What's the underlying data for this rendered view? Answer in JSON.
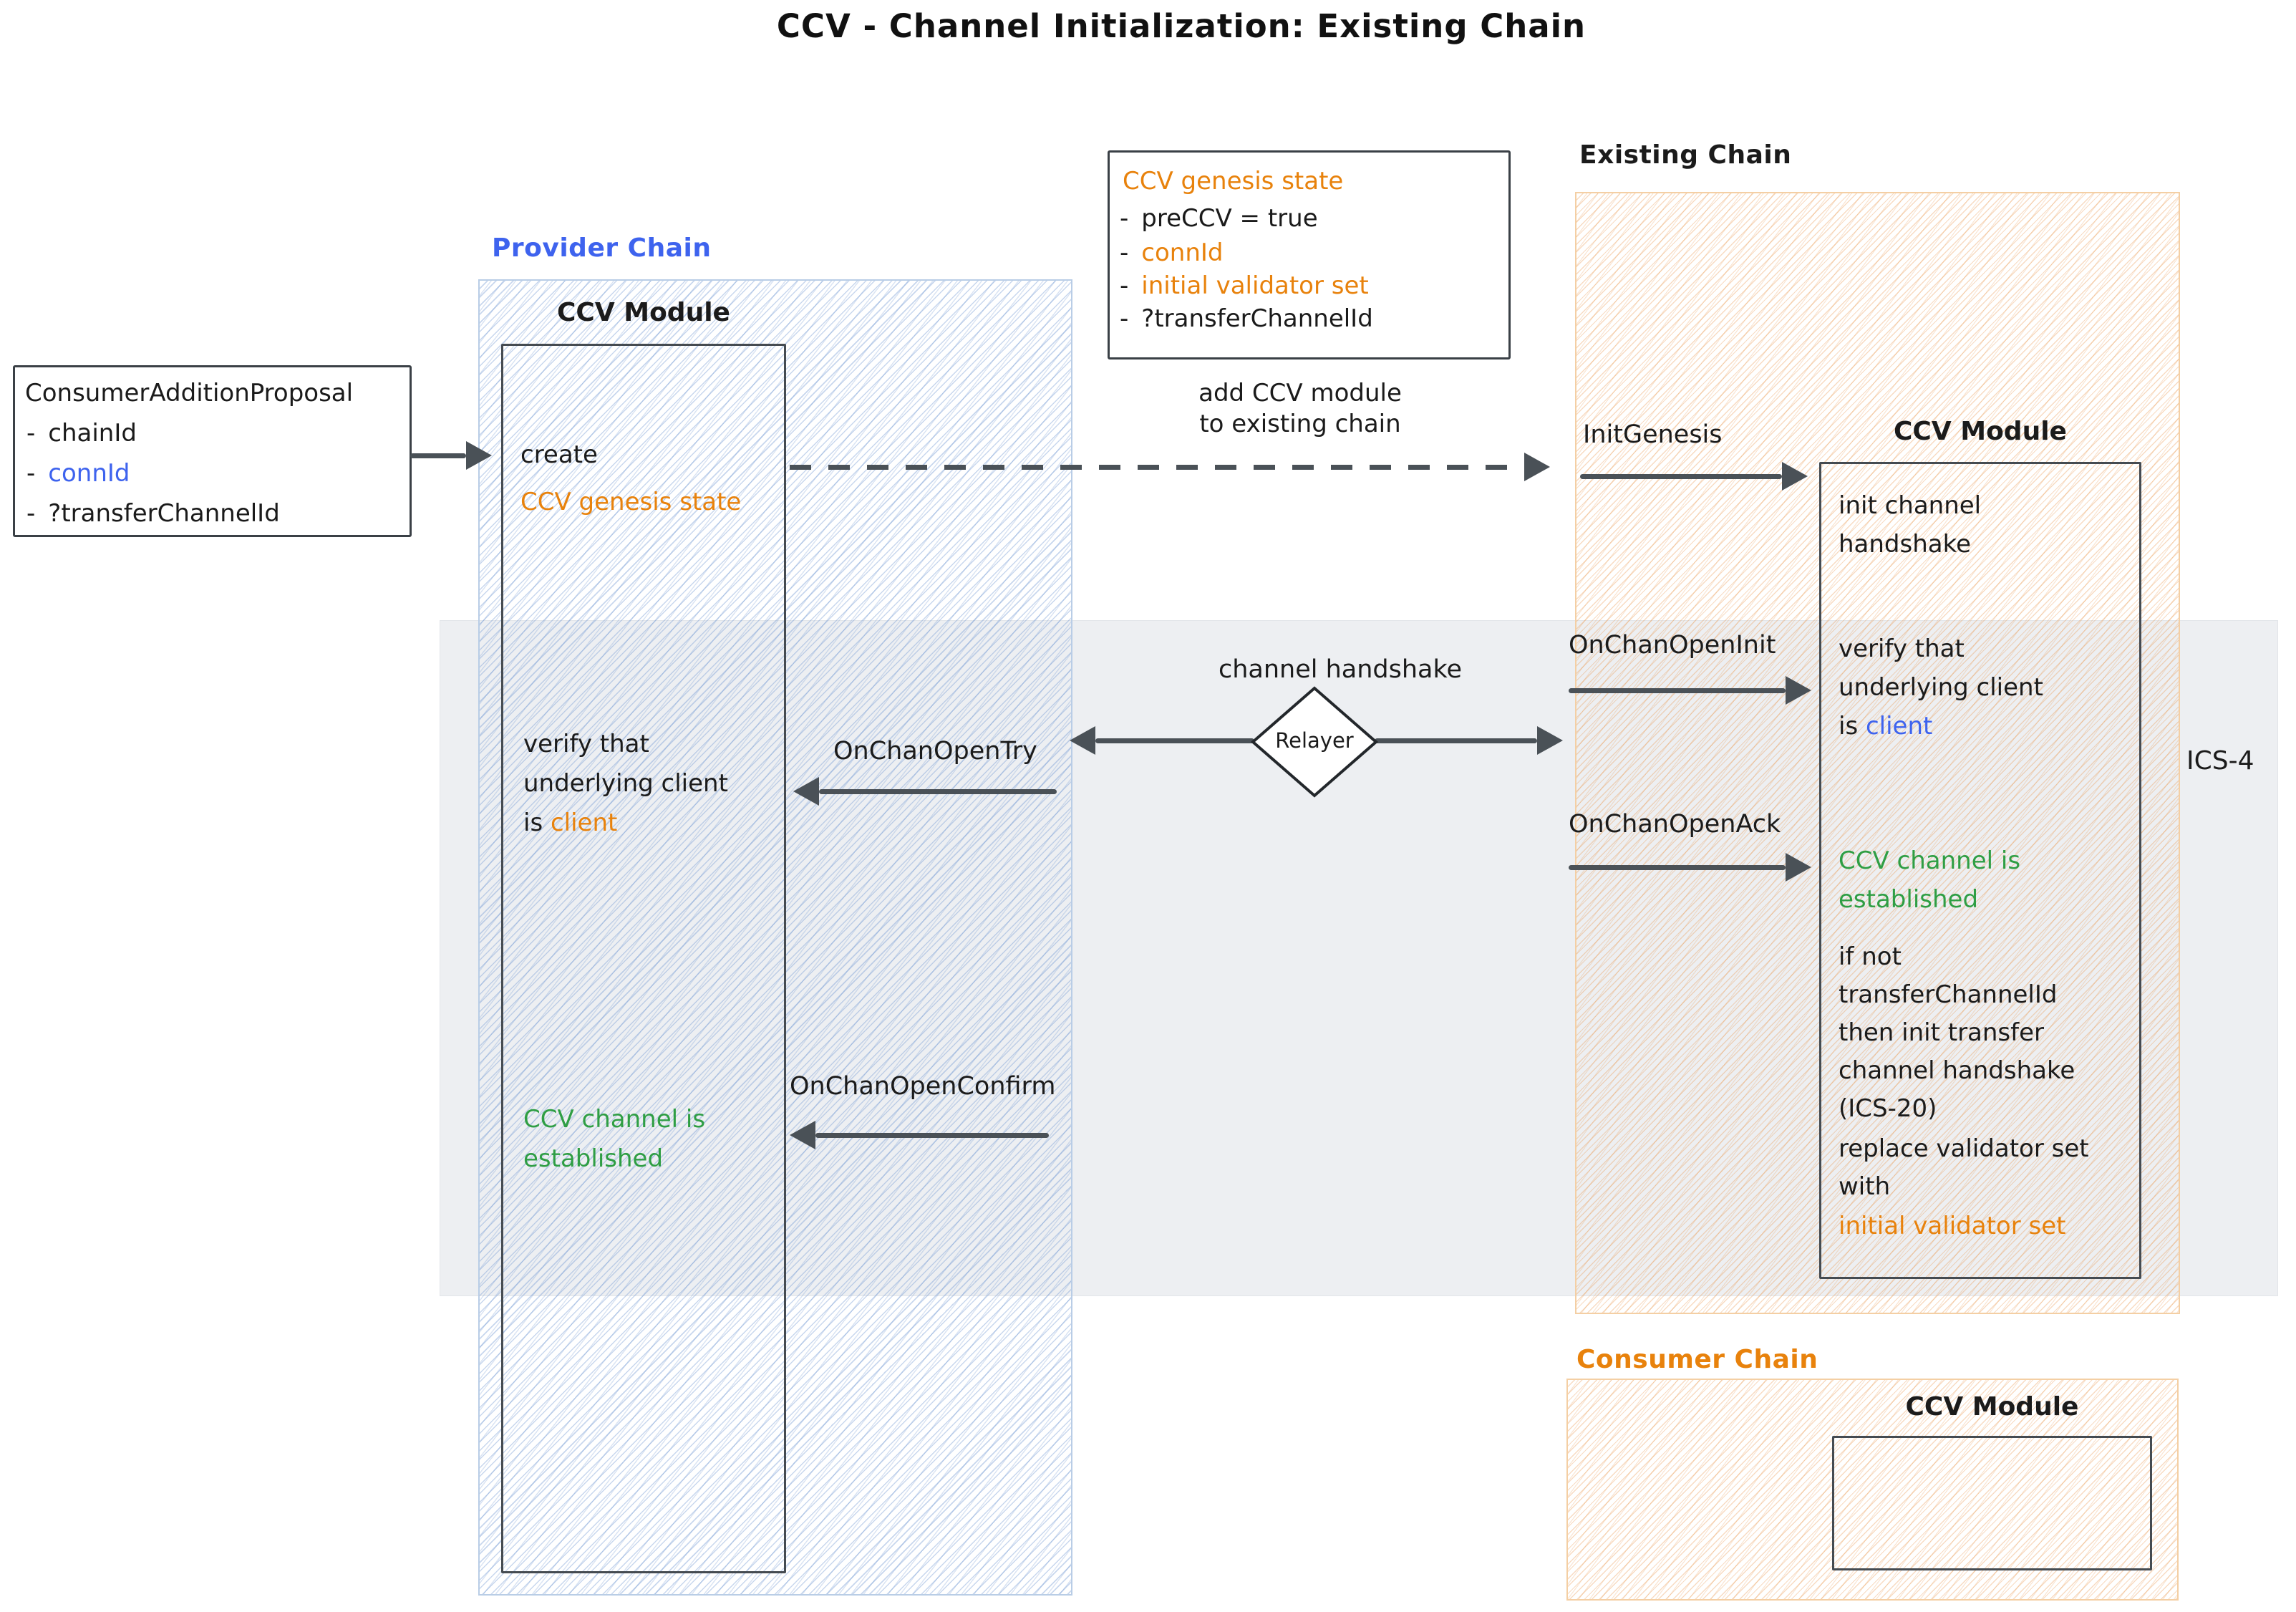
{
  "title": "CCV - Channel Initialization: Existing Chain",
  "colors": {
    "blue": "#3e63ee",
    "orange": "#e8820c",
    "green": "#2f9e44",
    "ink": "#1b1b1b",
    "arrow_stroke": "#4a5157",
    "provider_hatch": "#b9cde6",
    "existing_hatch": "#f4cfa4",
    "ics_band": "#edeff2"
  },
  "proposal": {
    "title": "ConsumerAdditionProposal",
    "bullet": "-",
    "items": [
      {
        "text": "chainId",
        "color": "ink"
      },
      {
        "text": "connId",
        "color": "blue"
      },
      {
        "text": "?transferChannelId",
        "color": "ink"
      }
    ]
  },
  "genesis": {
    "title": "CCV genesis state",
    "bullet": "-",
    "items": [
      {
        "text": "preCCV = true",
        "color": "ink"
      },
      {
        "text": "connId",
        "color": "orange"
      },
      {
        "text": "initial validator set",
        "color": "orange"
      },
      {
        "text": "?transferChannelId",
        "color": "ink"
      }
    ]
  },
  "provider": {
    "label": "Provider Chain",
    "module_title": "CCV Module",
    "create_line1": "create",
    "create_line2": "CCV genesis state",
    "verify_line1": "verify that",
    "verify_line2": "underlying client",
    "verify_line3_prefix": "is ",
    "verify_line3_client": "client",
    "established_line1": "CCV channel is",
    "established_line2": "established"
  },
  "existing": {
    "label": "Existing Chain",
    "module_title": "CCV Module",
    "init_line1": "init channel",
    "init_line2": "handshake",
    "verify_line1": "verify that",
    "verify_line2": "underlying client",
    "verify_line3_prefix": "is ",
    "verify_line3_client": "client",
    "established_line1": "CCV channel is",
    "established_line2": "established",
    "ifnot_lines": [
      "if not",
      "transferChannelId",
      "then init transfer",
      "channel handshake",
      "(ICS-20)"
    ],
    "replace_line1": "replace validator set",
    "replace_line2": "with",
    "replace_line3": "initial validator set"
  },
  "consumer": {
    "label": "Consumer Chain",
    "module_title": "CCV Module"
  },
  "relayer": {
    "label": "Relayer",
    "caption": "channel handshake"
  },
  "messages": {
    "add_ccv_line1": "add CCV module",
    "add_ccv_line2": "to existing chain",
    "init_genesis": "InitGenesis",
    "on_chan_open_init": "OnChanOpenInit",
    "on_chan_open_try": "OnChanOpenTry",
    "on_chan_open_ack": "OnChanOpenAck",
    "on_chan_open_confirm": "OnChanOpenConfirm"
  },
  "ics4": "ICS-4"
}
